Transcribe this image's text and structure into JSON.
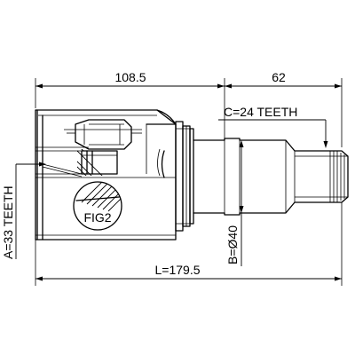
{
  "dimensions": {
    "housing_length": "108.5",
    "shaft_length": "62",
    "total_length": "L=179.5",
    "outer_spline": "C=24 TEETH",
    "shaft_diameter": "B=Ø40",
    "inner_spline": "A=33 TEETH"
  },
  "detail_label": "FIG2"
}
